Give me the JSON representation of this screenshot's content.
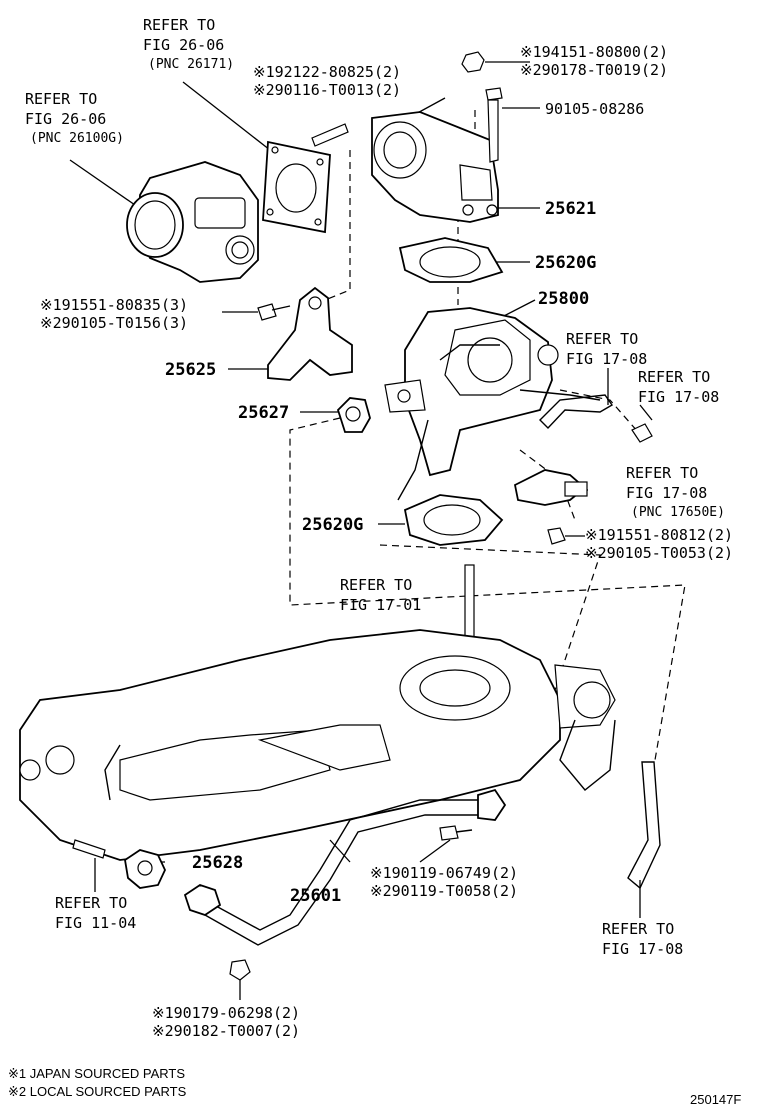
{
  "refs": {
    "fig26_06_a": {
      "line1": "REFER TO",
      "line2": "FIG 26-06",
      "line3": "(PNC 26171)"
    },
    "fig26_06_b": {
      "line1": "REFER TO",
      "line2": "FIG 26-06",
      "line3": "(PNC 26100G)"
    },
    "fig17_08_a": {
      "line1": "REFER TO",
      "line2": "FIG 17-08"
    },
    "fig17_08_b": {
      "line1": "REFER TO",
      "line2": "FIG 17-08"
    },
    "fig17_08_c": {
      "line1": "REFER TO",
      "line2": "FIG 17-08",
      "line3": "(PNC 17650E)"
    },
    "fig17_01": {
      "line1": "REFER TO",
      "line2": "FIG 17-01"
    },
    "fig11_04": {
      "line1": "REFER TO",
      "line2": "FIG 11-04"
    },
    "fig17_08_d": {
      "line1": "REFER TO",
      "line2": "FIG 17-08"
    }
  },
  "parts": {
    "p25621": "25621",
    "p25620G_top": "25620G",
    "p25800": "25800",
    "p25625": "25625",
    "p25627": "25627",
    "p25620G_bot": "25620G",
    "p25628": "25628",
    "p25601": "25601",
    "p90105_08286": "90105-08286"
  },
  "codes": {
    "c1_a": "※192122-80825(2)",
    "c2_a": "※290116-T0013(2)",
    "c1_b": "※194151-80800(2)",
    "c2_b": "※290178-T0019(2)",
    "c1_c": "※191551-80835(3)",
    "c2_c": "※290105-T0156(3)",
    "c1_d": "※191551-80812(2)",
    "c2_d": "※290105-T0053(2)",
    "c1_e": "※190119-06749(2)",
    "c2_e": "※290119-T0058(2)",
    "c1_f": "※190179-06298(2)",
    "c2_f": "※290182-T0007(2)"
  },
  "legend": {
    "line1": "※1 JAPAN SOURCED PARTS",
    "line2": "※2 LOCAL SOURCED PARTS"
  },
  "figure_id": "250147F"
}
